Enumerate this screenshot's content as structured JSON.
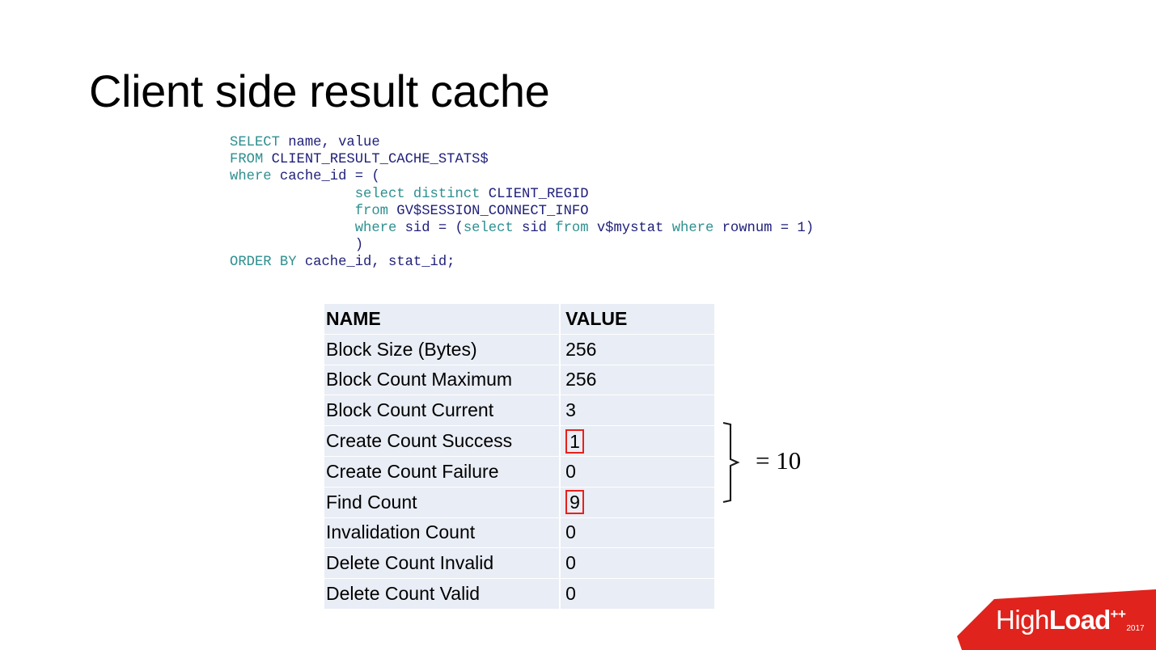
{
  "slide": {
    "title": "Client side result cache"
  },
  "sql": {
    "lines": [
      [
        {
          "t": "SELECT",
          "c": "kw"
        },
        {
          "t": " name, value",
          "c": "idn"
        }
      ],
      [
        {
          "t": "FROM",
          "c": "kw"
        },
        {
          "t": " CLIENT_RESULT_CACHE_STATS$",
          "c": "idn"
        }
      ],
      [
        {
          "t": "where",
          "c": "kw"
        },
        {
          "t": " cache_id = (",
          "c": "idn"
        }
      ],
      [
        {
          "t": "               ",
          "c": "idn"
        },
        {
          "t": "select distinct",
          "c": "kw"
        },
        {
          "t": " CLIENT_REGID",
          "c": "idn"
        }
      ],
      [
        {
          "t": "               ",
          "c": "idn"
        },
        {
          "t": "from",
          "c": "kw"
        },
        {
          "t": " GV$SESSION_CONNECT_INFO",
          "c": "idn"
        }
      ],
      [
        {
          "t": "               ",
          "c": "idn"
        },
        {
          "t": "where",
          "c": "kw"
        },
        {
          "t": " sid = (",
          "c": "idn"
        },
        {
          "t": "select",
          "c": "kw"
        },
        {
          "t": " sid ",
          "c": "idn"
        },
        {
          "t": "from",
          "c": "kw"
        },
        {
          "t": " v$mystat ",
          "c": "idn"
        },
        {
          "t": "where",
          "c": "kw"
        },
        {
          "t": " rownum = 1)",
          "c": "idn"
        }
      ],
      [
        {
          "t": "               )",
          "c": "idn"
        }
      ],
      [
        {
          "t": "ORDER BY",
          "c": "kw"
        },
        {
          "t": " cache_id, stat_id;",
          "c": "idn"
        }
      ]
    ]
  },
  "table": {
    "headers": [
      "NAME",
      "VALUE"
    ],
    "rows": [
      {
        "name": "Block Size (Bytes)",
        "value": "256",
        "highlight": false
      },
      {
        "name": "Block Count Maximum",
        "value": "256",
        "highlight": false
      },
      {
        "name": "Block Count Current",
        "value": "3",
        "highlight": false
      },
      {
        "name": "Create Count Success",
        "value": "1",
        "highlight": true
      },
      {
        "name": "Create Count Failure",
        "value": "0",
        "highlight": false
      },
      {
        "name": "Find Count",
        "value": "9",
        "highlight": true
      },
      {
        "name": "Invalidation Count",
        "value": "0",
        "highlight": false
      },
      {
        "name": "Delete Count Invalid",
        "value": "0",
        "highlight": false
      },
      {
        "name": "Delete Count Valid",
        "value": "0",
        "highlight": false
      }
    ]
  },
  "annotation": {
    "sum_label": "= 10"
  },
  "logo": {
    "high": "High",
    "load": "Load",
    "plus": "++",
    "year": "2017"
  },
  "colors": {
    "sql_keyword": "#2e8f8f",
    "sql_identifier": "#1f1f7a",
    "table_row_bg": "#e9edf5",
    "highlight_border": "#e8201a",
    "logo_red": "#e0231c"
  }
}
